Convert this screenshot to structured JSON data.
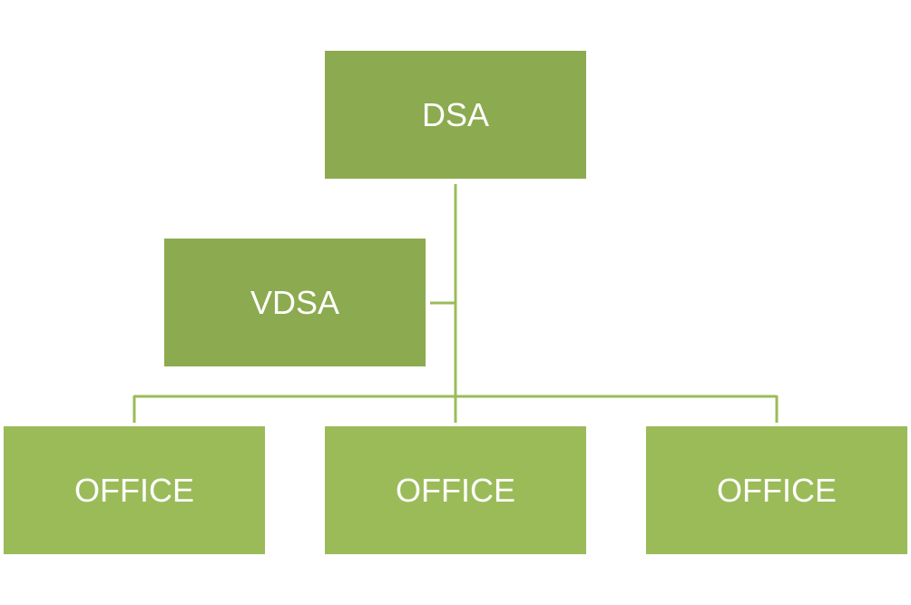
{
  "colors": {
    "level1_fill": "#8caa4f",
    "level2_fill": "#9bbb59",
    "connector": "#9bbb59",
    "text": "#ffffff"
  },
  "org_chart": {
    "root": {
      "label": "DSA"
    },
    "assistant": {
      "label": "VDSA"
    },
    "children": [
      {
        "label": "OFFICE"
      },
      {
        "label": "OFFICE"
      },
      {
        "label": "OFFICE"
      }
    ]
  }
}
